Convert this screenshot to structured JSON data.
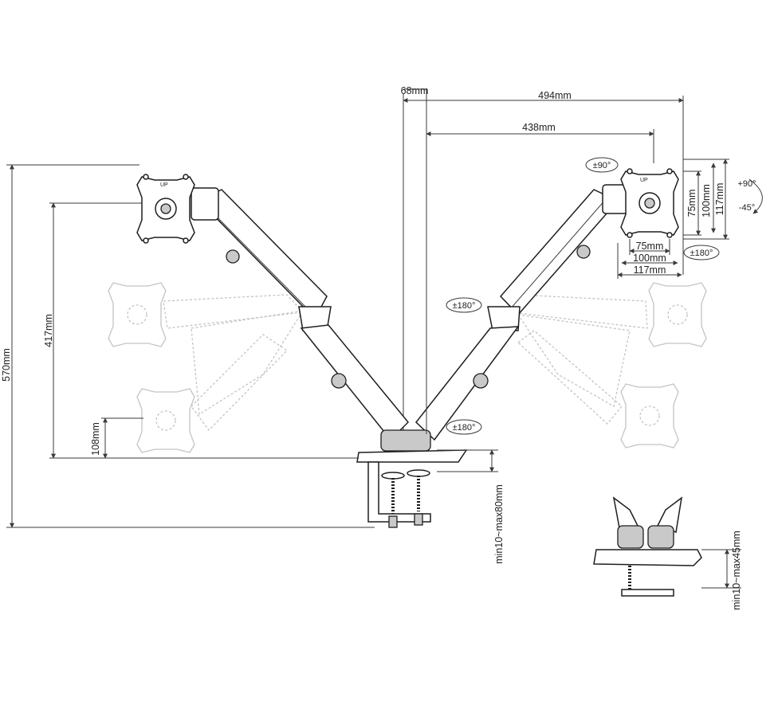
{
  "dimensions": {
    "overall_height": "570mm",
    "height_417": "417mm",
    "height_108": "108mm",
    "pole_offset": "68mm",
    "max_span": "494mm",
    "arm_reach": "438mm",
    "vesa_h_75": "75mm",
    "vesa_h_100": "100mm",
    "vesa_h_117": "117mm",
    "vesa_w_75": "75mm",
    "vesa_w_100": "100mm",
    "vesa_w_117": "117mm",
    "clamp_range": "min10~max80mm",
    "grommet_range": "min10~max45mm"
  },
  "rotations": {
    "swivel_90": "±90°",
    "tilt_up": "+90°",
    "tilt_down": "-45°",
    "head_rot_180": "±180°",
    "elbow_rot_180": "±180°",
    "base_rot_180": "±180°"
  },
  "plate_marks": {
    "up_left": "UP",
    "up_right": "UP"
  }
}
